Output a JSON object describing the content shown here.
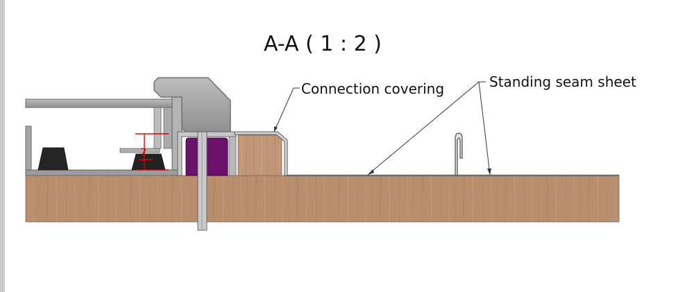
{
  "title": "A-A ( 1 : 2 )",
  "labels": {
    "connection_covering": "Connection covering",
    "standing_seam_sheet": "Standing seam sheet"
  },
  "dimension_mark": "?",
  "colors": {
    "wood": "#b88c6c",
    "metal": "#a8a8a8",
    "metal_dark": "#7a7a7a",
    "gasket": "#6a0f6a",
    "rubber": "#2a2a2a",
    "dimension": "#e00000"
  }
}
